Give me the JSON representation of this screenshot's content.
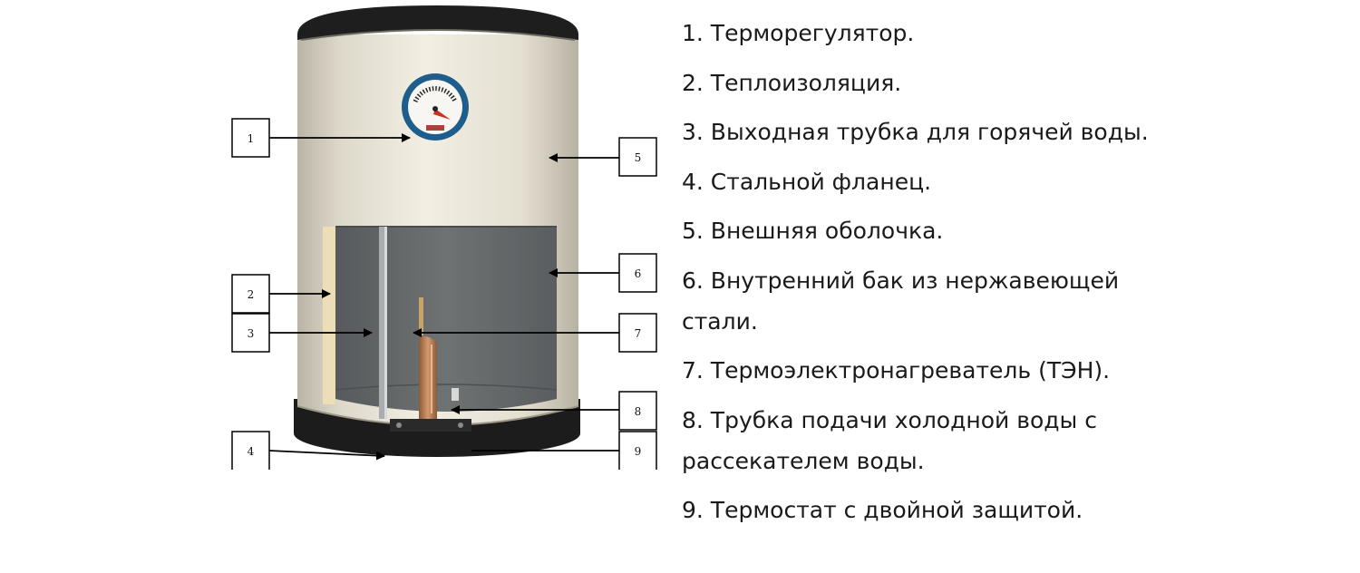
{
  "callouts": [
    "1",
    "2",
    "3",
    "4",
    "5",
    "6",
    "7",
    "8",
    "9"
  ],
  "legend": [
    "1. Терморегулятор.",
    "2. Теплоизоляция.",
    "3. Выходная трубка для горячей воды.",
    "4. Стальной фланец.",
    "5. Внешняя оболочка.",
    "6. Внутренний бак из нержавеющей стали.",
    "7. Термоэлектронагреватель (ТЭН).",
    "8. Трубка подачи холодной воды с рассекателем воды.",
    "9. Термостат с двойной защитой."
  ],
  "colors": {
    "shell": "#e7e2d3",
    "inner_tank": "#6b6d6e",
    "rim": "#1c1c1c",
    "heating_element": "#b98156",
    "gauge_ring": "#1f5d8c"
  },
  "icons": {
    "gauge": "thermoregulator-dial",
    "heater": "tubular-heating-element"
  }
}
